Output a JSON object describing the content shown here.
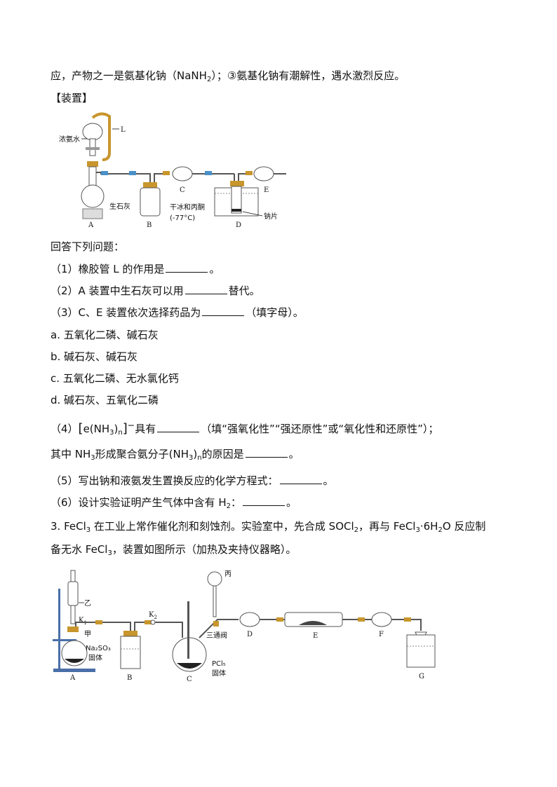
{
  "intro": {
    "p1": "应，产物之一是氨基化钠（",
    "p2": "NaNH",
    "p2sub": "2",
    "p3": "）；③氨基化钠有潮解性，遇水激烈反应。"
  },
  "section_device": "【装置】",
  "fig1": {
    "labels": {
      "conc_ammonia": "浓氨水",
      "L": "L",
      "quicklime": "生石灰",
      "A": "A",
      "B": "B",
      "C": "C",
      "D": "D",
      "E": "E",
      "dry_ice": "干冰和丙酮",
      "temp": "(-77°C)",
      "sodium": "钠片"
    }
  },
  "answer_header": "回答下列问题：",
  "q1": {
    "text": "（1）橡胶管 L 的作用是",
    "end": "。"
  },
  "q2": {
    "text": "（2）A 装置中生石灰可以用",
    "end": "替代。"
  },
  "q3": {
    "text": "（3）C、E 装置依次选择药品为",
    "end": "（填字母）。"
  },
  "options": {
    "a": "a. 五氧化二磷、碱石灰",
    "b": "b. 碱石灰、碱石灰",
    "c": "c. 五氧化二磷、无水氯化钙",
    "d": "d. 碱石灰、五氧化二磷"
  },
  "q4": {
    "prefix": "（4）",
    "formula": "e(NH",
    "formula_sub": "3",
    "formula_n": "n",
    "mid": "具有",
    "end": "（填“强氧化性”“强还原性”或“氧化性和还原性”）；",
    "line2a": "其中 NH",
    "line2sub": "3",
    "line2b": "形成聚合氨分子(NH",
    "line2sub2": "3",
    "line2c": ")",
    "line2n": "n",
    "line2d": "的原因是",
    "line2end": "。"
  },
  "q5": {
    "text": "（5）写出钠和液氨发生置换反应的化学方程式：",
    "end": "。"
  },
  "q6": {
    "text": "（6）设计实验证明产生气体中含有 H",
    "sub": "2",
    "mid": "：",
    "end": "。"
  },
  "p3": {
    "l1a": "3. FeCl",
    "l1sub": "3",
    "l1b": " 在工业上常作催化剂和刻蚀剂。实验室中，先合成 SOCl",
    "l1sub2": "2",
    "l1c": "，再与 FeCl",
    "l1sub3": "3",
    "l1d": "·6H",
    "l1sub4": "2",
    "l1e": "O 反应制",
    "l2a": "备无水 FeCl",
    "l2sub": "3",
    "l2b": "，装置如图所示（加热及夹持仪器略）。"
  },
  "fig2": {
    "labels": {
      "yi": "乙",
      "K1": "K",
      "K1sub": "1",
      "jia": "甲",
      "na2so3": "Na₂SO₃",
      "solid": "固体",
      "K2": "K",
      "K2sub": "2",
      "bing": "丙",
      "three_way": "三通阀",
      "pcl5": "PCl₅",
      "pcl5solid": "固体",
      "A": "A",
      "B": "B",
      "C": "C",
      "D": "D",
      "E": "E",
      "F": "F",
      "G": "G"
    }
  }
}
